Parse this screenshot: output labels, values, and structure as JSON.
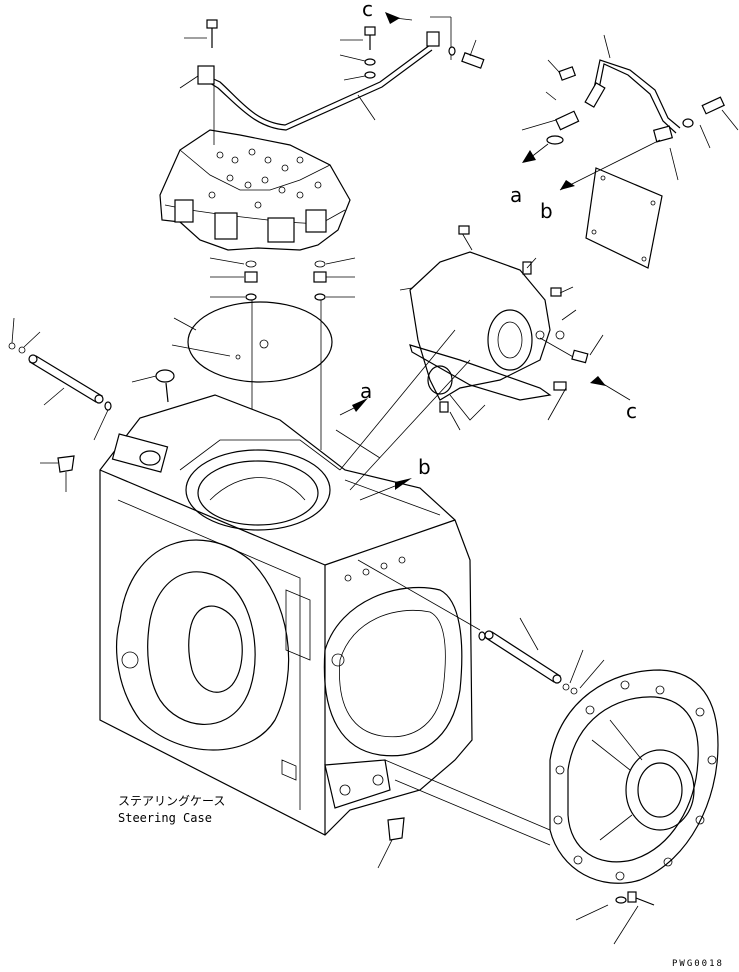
{
  "caption": {
    "japanese": "ステアリングケース",
    "english": "Steering Case"
  },
  "refs": {
    "a": "a",
    "b": "b",
    "c": "c"
  },
  "drawing_code": "PWG0018"
}
